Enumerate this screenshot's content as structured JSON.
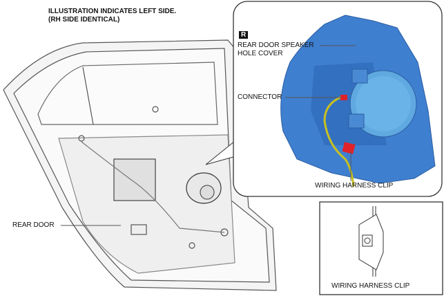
{
  "header": {
    "line1": "ILLUSTRATION INDICATES LEFT SIDE.",
    "line2": "(RH SIDE IDENTICAL)"
  },
  "main_view": {
    "rear_door_label": "REAR DOOR"
  },
  "detail_view": {
    "badge": "R",
    "cover_label_line1": "REAR DOOR SPEAKER",
    "cover_label_line2": "HOLE COVER",
    "connector_label": "CONNECTOR",
    "clip_label": "WIRING HARNESS CLIP",
    "colors": {
      "cover": "#3f7fd0",
      "speaker": "#5fa8e0",
      "connector": "#e0222a",
      "wire": "#c8c020"
    }
  },
  "inset_view": {
    "clip_label": "WIRING HARNESS CLIP"
  }
}
